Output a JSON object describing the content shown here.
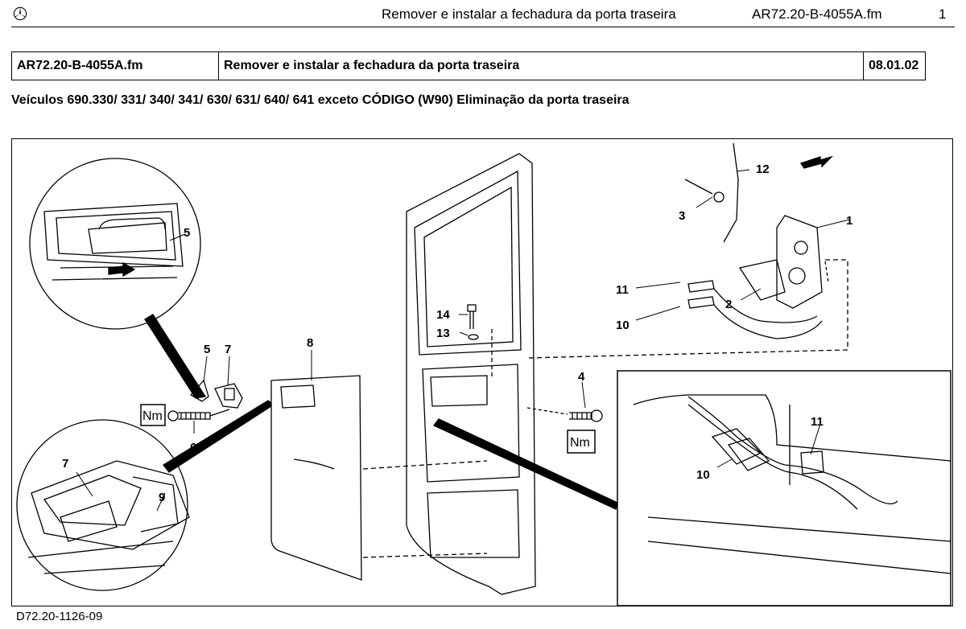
{
  "header": {
    "title": "Remover e instalar a fechadura da porta traseira",
    "code": "AR72.20-B-4055A.fm",
    "page": "1"
  },
  "info_table": {
    "code": "AR72.20-B-4055A.fm",
    "title": "Remover e instalar a fechadura da porta traseira",
    "date": "08.01.02"
  },
  "vehicles": "Veículos 690.330/ 331/ 340/ 341/ 630/ 631/ 640/ 641 exceto CÓDIGO (W90) Eliminação da porta traseira",
  "figure": {
    "callouts": {
      "c1": "1",
      "c2": "2",
      "c3": "3",
      "c4": "4",
      "c5": "5",
      "c5b": "5",
      "c6": "6",
      "c7": "7",
      "c7b": "7",
      "c8": "8",
      "c9": "9",
      "c10": "10",
      "c10b": "10",
      "c11": "11",
      "c11b": "11",
      "c12": "12",
      "c13": "13",
      "c14": "14"
    },
    "nm_label": "Nm",
    "code": "D72.20-1126-09"
  }
}
